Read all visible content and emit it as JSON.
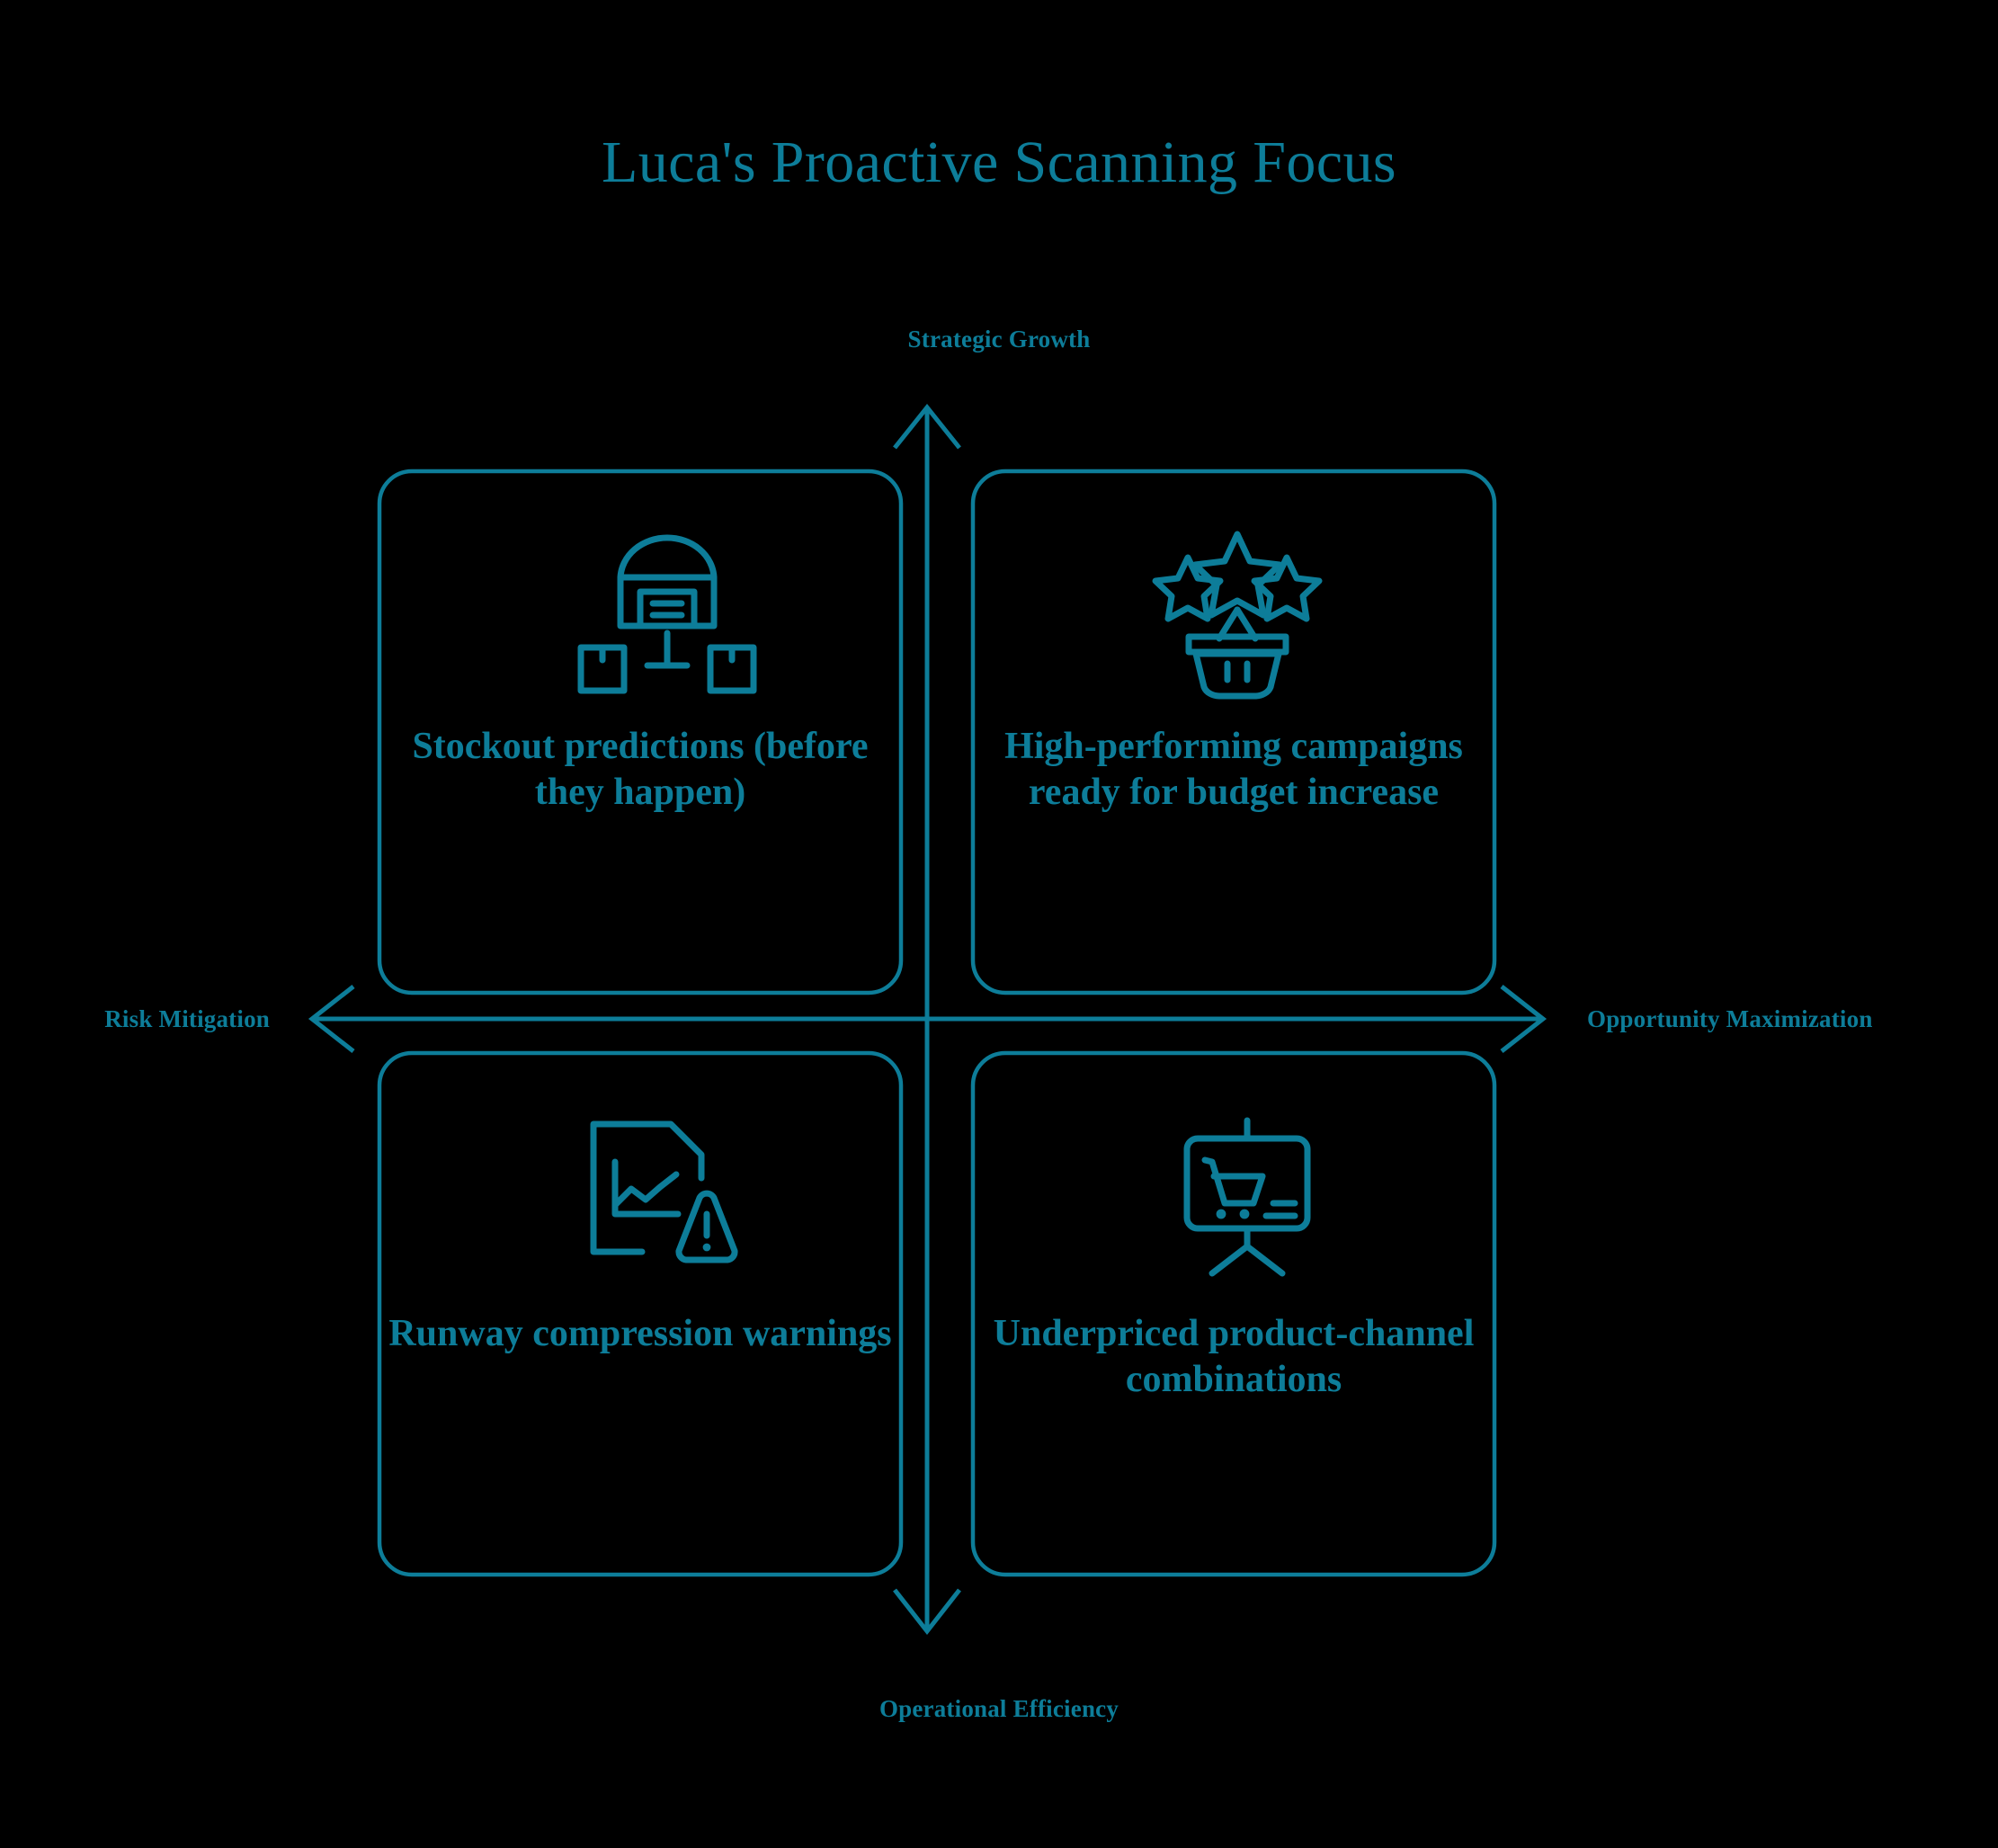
{
  "title": "Luca's Proactive Scanning Focus",
  "theme": {
    "background": "#000000",
    "accent": "#0d7d99"
  },
  "axes": {
    "top_label": "Strategic Growth",
    "bottom_label": "Operational Efficiency",
    "left_label": "Risk Mitigation",
    "right_label": "Opportunity Maximization"
  },
  "quadrants": [
    {
      "position": "top-left",
      "icon": "warehouse-distribution-icon",
      "text": "Stockout predictions (before they happen)"
    },
    {
      "position": "top-right",
      "icon": "basket-stars-icon",
      "text": "High-performing campaigns ready for budget increase"
    },
    {
      "position": "bottom-left",
      "icon": "document-chart-warning-icon",
      "text": "Runway compression warnings"
    },
    {
      "position": "bottom-right",
      "icon": "presentation-cart-icon",
      "text": "Underpriced product-channel combinations"
    }
  ],
  "chart_data": {
    "type": "table",
    "title": "Luca's Proactive Scanning Focus",
    "xlabel": "Risk Mitigation ↔ Opportunity Maximization",
    "ylabel": "Operational Efficiency ↔ Strategic Growth",
    "x_axis_left": "Risk Mitigation",
    "x_axis_right": "Opportunity Maximization",
    "y_axis_top": "Strategic Growth",
    "y_axis_bottom": "Operational Efficiency",
    "grid": false,
    "legend": "none",
    "categories": [
      "top-left",
      "top-right",
      "bottom-left",
      "bottom-right"
    ],
    "values": [
      "Stockout predictions (before they happen)",
      "High-performing campaigns ready for budget increase",
      "Runway compression warnings",
      "Underpriced product-channel combinations"
    ]
  }
}
